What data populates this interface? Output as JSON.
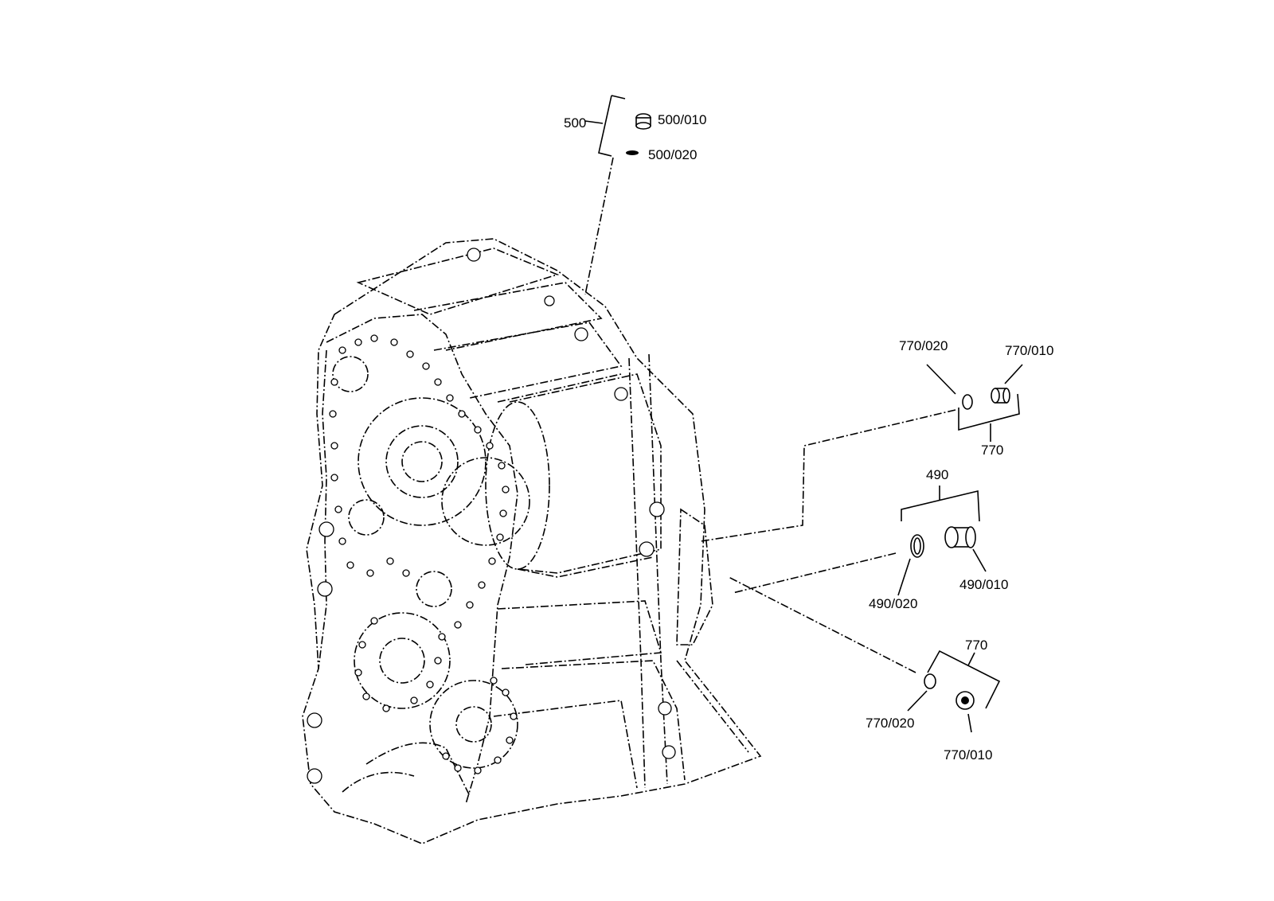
{
  "labels": {
    "l500": "500",
    "l500_010": "500/010",
    "l500_020": "500/020",
    "l770_020_top": "770/020",
    "l770_010_top": "770/010",
    "l770_top": "770",
    "l490": "490",
    "l490_020": "490/020",
    "l490_010": "490/010",
    "l770_bottom": "770",
    "l770_020_bottom": "770/020",
    "l770_010_bottom": "770/010"
  }
}
